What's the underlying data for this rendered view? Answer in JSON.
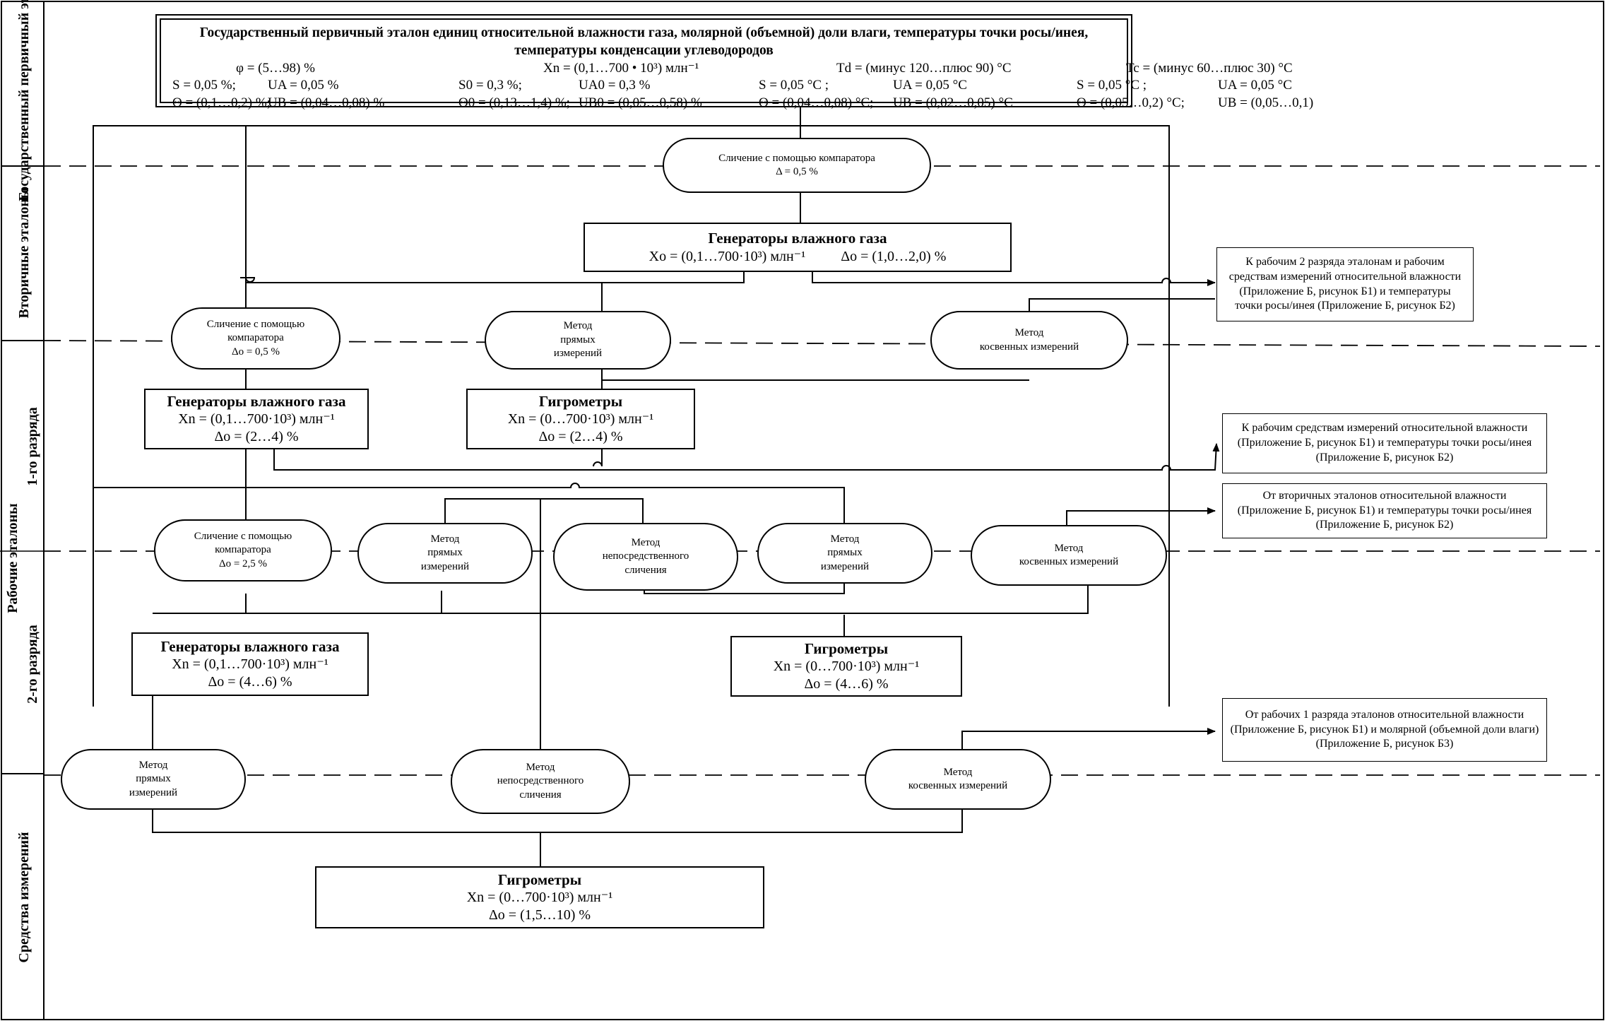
{
  "sections": {
    "primary": "Государственный первичный эталон",
    "secondary": "Вторичные эталоны",
    "working": "Рабочие эталоны",
    "rank1": "1-го разряда",
    "rank2": "2-го разряда",
    "instruments": "Средства измерений"
  },
  "primary_standard": {
    "title": "Государственный первичный эталон единиц относительной влажности газа, молярной (объемной) доли влаги, температуры точки росы/инея, температуры конденсации углеводородов",
    "ranges": [
      "φ = (5…98) %",
      "Xn = (0,1…700 • 10³) млн⁻¹",
      "Td = (минус 120…плюс 90) °C",
      "Tc = (минус 60…плюс 30) °C"
    ],
    "row_s": [
      "S = 0,05 %;",
      "UA = 0,05 %",
      "S0 = 0,3 %;",
      "UA0 = 0,3 %",
      "S = 0,05 °C ;",
      "UA = 0,05 °C",
      "S = 0,05 °C ;",
      "UA = 0,05 °C"
    ],
    "row_theta": [
      "Θ = (0,1…0,2) %;",
      "UB = (0,04…0,08) %",
      "Θ0 = (0,13…1,4) %;",
      "UB0 = (0,05…0,58) %",
      "Θ = (0,04…0,08) °C;",
      "UB = (0,02…0,05) °C",
      "Θ = (0,05…0,2) °C;",
      "UB = (0,05…0,1)"
    ]
  },
  "ovals": {
    "cmp_top": [
      "Сличение с помощью компаратора",
      "Δ = 0,5 %"
    ],
    "cmp_2": [
      "Сличение с помощью",
      "компаратора",
      "Δo = 0,5 %"
    ],
    "direct_1": [
      "Метод",
      "прямых",
      "измерений"
    ],
    "indirect_1": [
      "Метод",
      "косвенных измерений"
    ],
    "cmp_3": [
      "Сличение с помощью",
      "компаратора",
      "Δo = 2,5 %"
    ],
    "direct_2": [
      "Метод",
      "прямых",
      "измерений"
    ],
    "immediate_1": [
      "Метод",
      "непосредственного",
      "сличения"
    ],
    "direct_3": [
      "Метод",
      "прямых",
      "измерений"
    ],
    "indirect_2": [
      "Метод",
      "косвенных измерений"
    ],
    "direct_4": [
      "Метод",
      "прямых",
      "измерений"
    ],
    "immediate_2": [
      "Метод",
      "непосредственного",
      "сличения"
    ],
    "indirect_3": [
      "Метод",
      "косвенных измерений"
    ]
  },
  "boxes": {
    "sec_gen": {
      "title": "Генераторы влажного газа",
      "lines": [
        "Xo = (0,1…700·10³) млн⁻¹          Δo = (1,0…2,0) %"
      ]
    },
    "r1_gen": {
      "title": "Генераторы влажного газа",
      "lines": [
        "Xn = (0,1…700·10³) млн⁻¹",
        "Δo = (2…4) %"
      ]
    },
    "r1_hyg": {
      "title": "Гигрометры",
      "lines": [
        "Xn = (0…700·10³) млн⁻¹",
        "Δo = (2…4) %"
      ]
    },
    "r2_gen": {
      "title": "Генераторы влажного газа",
      "lines": [
        "Xn = (0,1…700·10³) млн⁻¹",
        "Δo = (4…6) %"
      ]
    },
    "r2_hyg": {
      "title": "Гигрометры",
      "lines": [
        "Xn = (0…700·10³) млн⁻¹",
        "Δo = (4…6) %"
      ]
    },
    "si_hyg": {
      "title": "Гигрометры",
      "lines": [
        "Xn = (0…700·10³) млн⁻¹",
        "Δo = (1,5…10) %"
      ]
    }
  },
  "notes": {
    "n1": "К рабочим 2 разряда эталонам и рабочим средствам измерений относительной влажности (Приложение Б, рисунок Б1) и температуры точки росы/инея (Приложение Б, рисунок Б2)",
    "n2": "К рабочим средствам измерений относительной влажности (Приложение Б, рисунок Б1) и температуры точки росы/инея (Приложение Б, рисунок Б2)",
    "n3": "От вторичных эталонов относительной влажности (Приложение Б, рисунок Б1) и температуры точки росы/инея (Приложение Б, рисунок Б2)",
    "n4": "От рабочих 1 разряда эталонов относительной влажности (Приложение Б, рисунок Б1) и молярной (объемной доли влаги) (Приложение Б, рисунок Б3)"
  }
}
